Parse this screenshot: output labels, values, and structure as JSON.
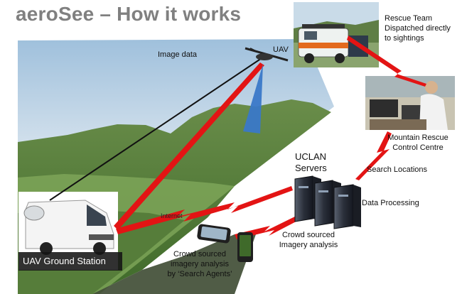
{
  "title": "aeroSee – How it works",
  "labels": {
    "image_data": "Image data",
    "uav": "UAV",
    "rescue_team": [
      "Rescue Team",
      "Dispatched directly",
      "to sightings"
    ],
    "control_centre": [
      "Mountain Rescue",
      "Control Centre"
    ],
    "search_locations": "Search Locations",
    "servers": [
      "UCLAN",
      "Servers"
    ],
    "data_processing": "Data Processing",
    "internet": "Internet",
    "crowd_right": [
      "Crowd sourced",
      "Imagery analysis"
    ],
    "crowd_left": [
      "Crowd sourced",
      "imagery analysis",
      "by ‘Search Agents’"
    ],
    "ground_station": "UAV Ground Station"
  },
  "colors": {
    "title": "#808080",
    "link": "#e31414",
    "beam": "#3a78c8",
    "server": "#2a2f3a",
    "sky": "#b9d3e8",
    "hill": "#5a8a3c"
  }
}
